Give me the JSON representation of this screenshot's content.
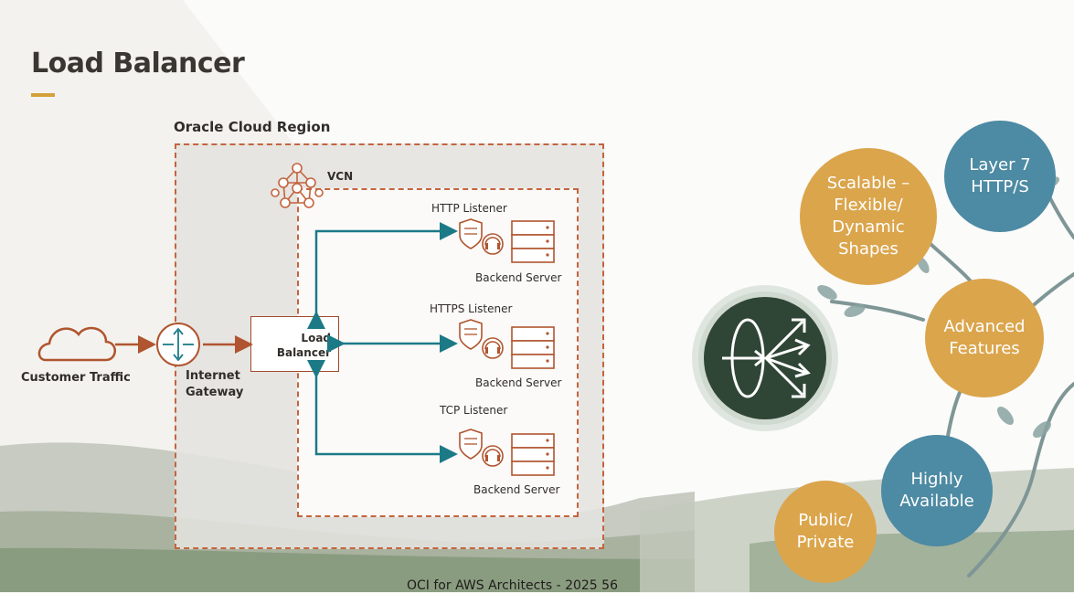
{
  "slide": {
    "title": "Load Balancer",
    "footer": "OCI for AWS Architects - 2025   56"
  },
  "diagram": {
    "region_label": "Oracle Cloud Region",
    "vcn_label": "VCN",
    "customer_label": "Customer Traffic",
    "gateway_label": "Internet\nGateway",
    "lb_label": "Load\nBalancer",
    "listeners": [
      {
        "label": "HTTP Listener",
        "server_label": "Backend Server"
      },
      {
        "label": "HTTPS Listener",
        "server_label": "Backend Server"
      },
      {
        "label": "TCP Listener",
        "server_label": "Backend Server"
      }
    ]
  },
  "features": [
    {
      "label": "Scalable –\nFlexible/\nDynamic\nShapes",
      "color": "#dba54c"
    },
    {
      "label": "Layer 7\nHTTP/S",
      "color": "#4d8aa3"
    },
    {
      "label": "Advanced\nFeatures",
      "color": "#dba54c"
    },
    {
      "label": "Highly\nAvailable",
      "color": "#4d8aa3"
    },
    {
      "label": "Public/\nPrivate",
      "color": "#dba54c"
    }
  ],
  "colors": {
    "accent": "#d4a03a",
    "border": "#c4643e",
    "arrow_teal": "#1c7a87",
    "arrow_orange": "#b0552f",
    "orange_circle": "#dba54c",
    "blue_circle": "#4d8aa3"
  },
  "icons": {
    "customer": "cloud-icon",
    "gateway": "internet-gateway-icon",
    "vcn": "vcn-network-icon",
    "listener": "listener-shield-icon",
    "server": "backend-server-icon",
    "lb_emblem": "load-balancer-icon"
  }
}
